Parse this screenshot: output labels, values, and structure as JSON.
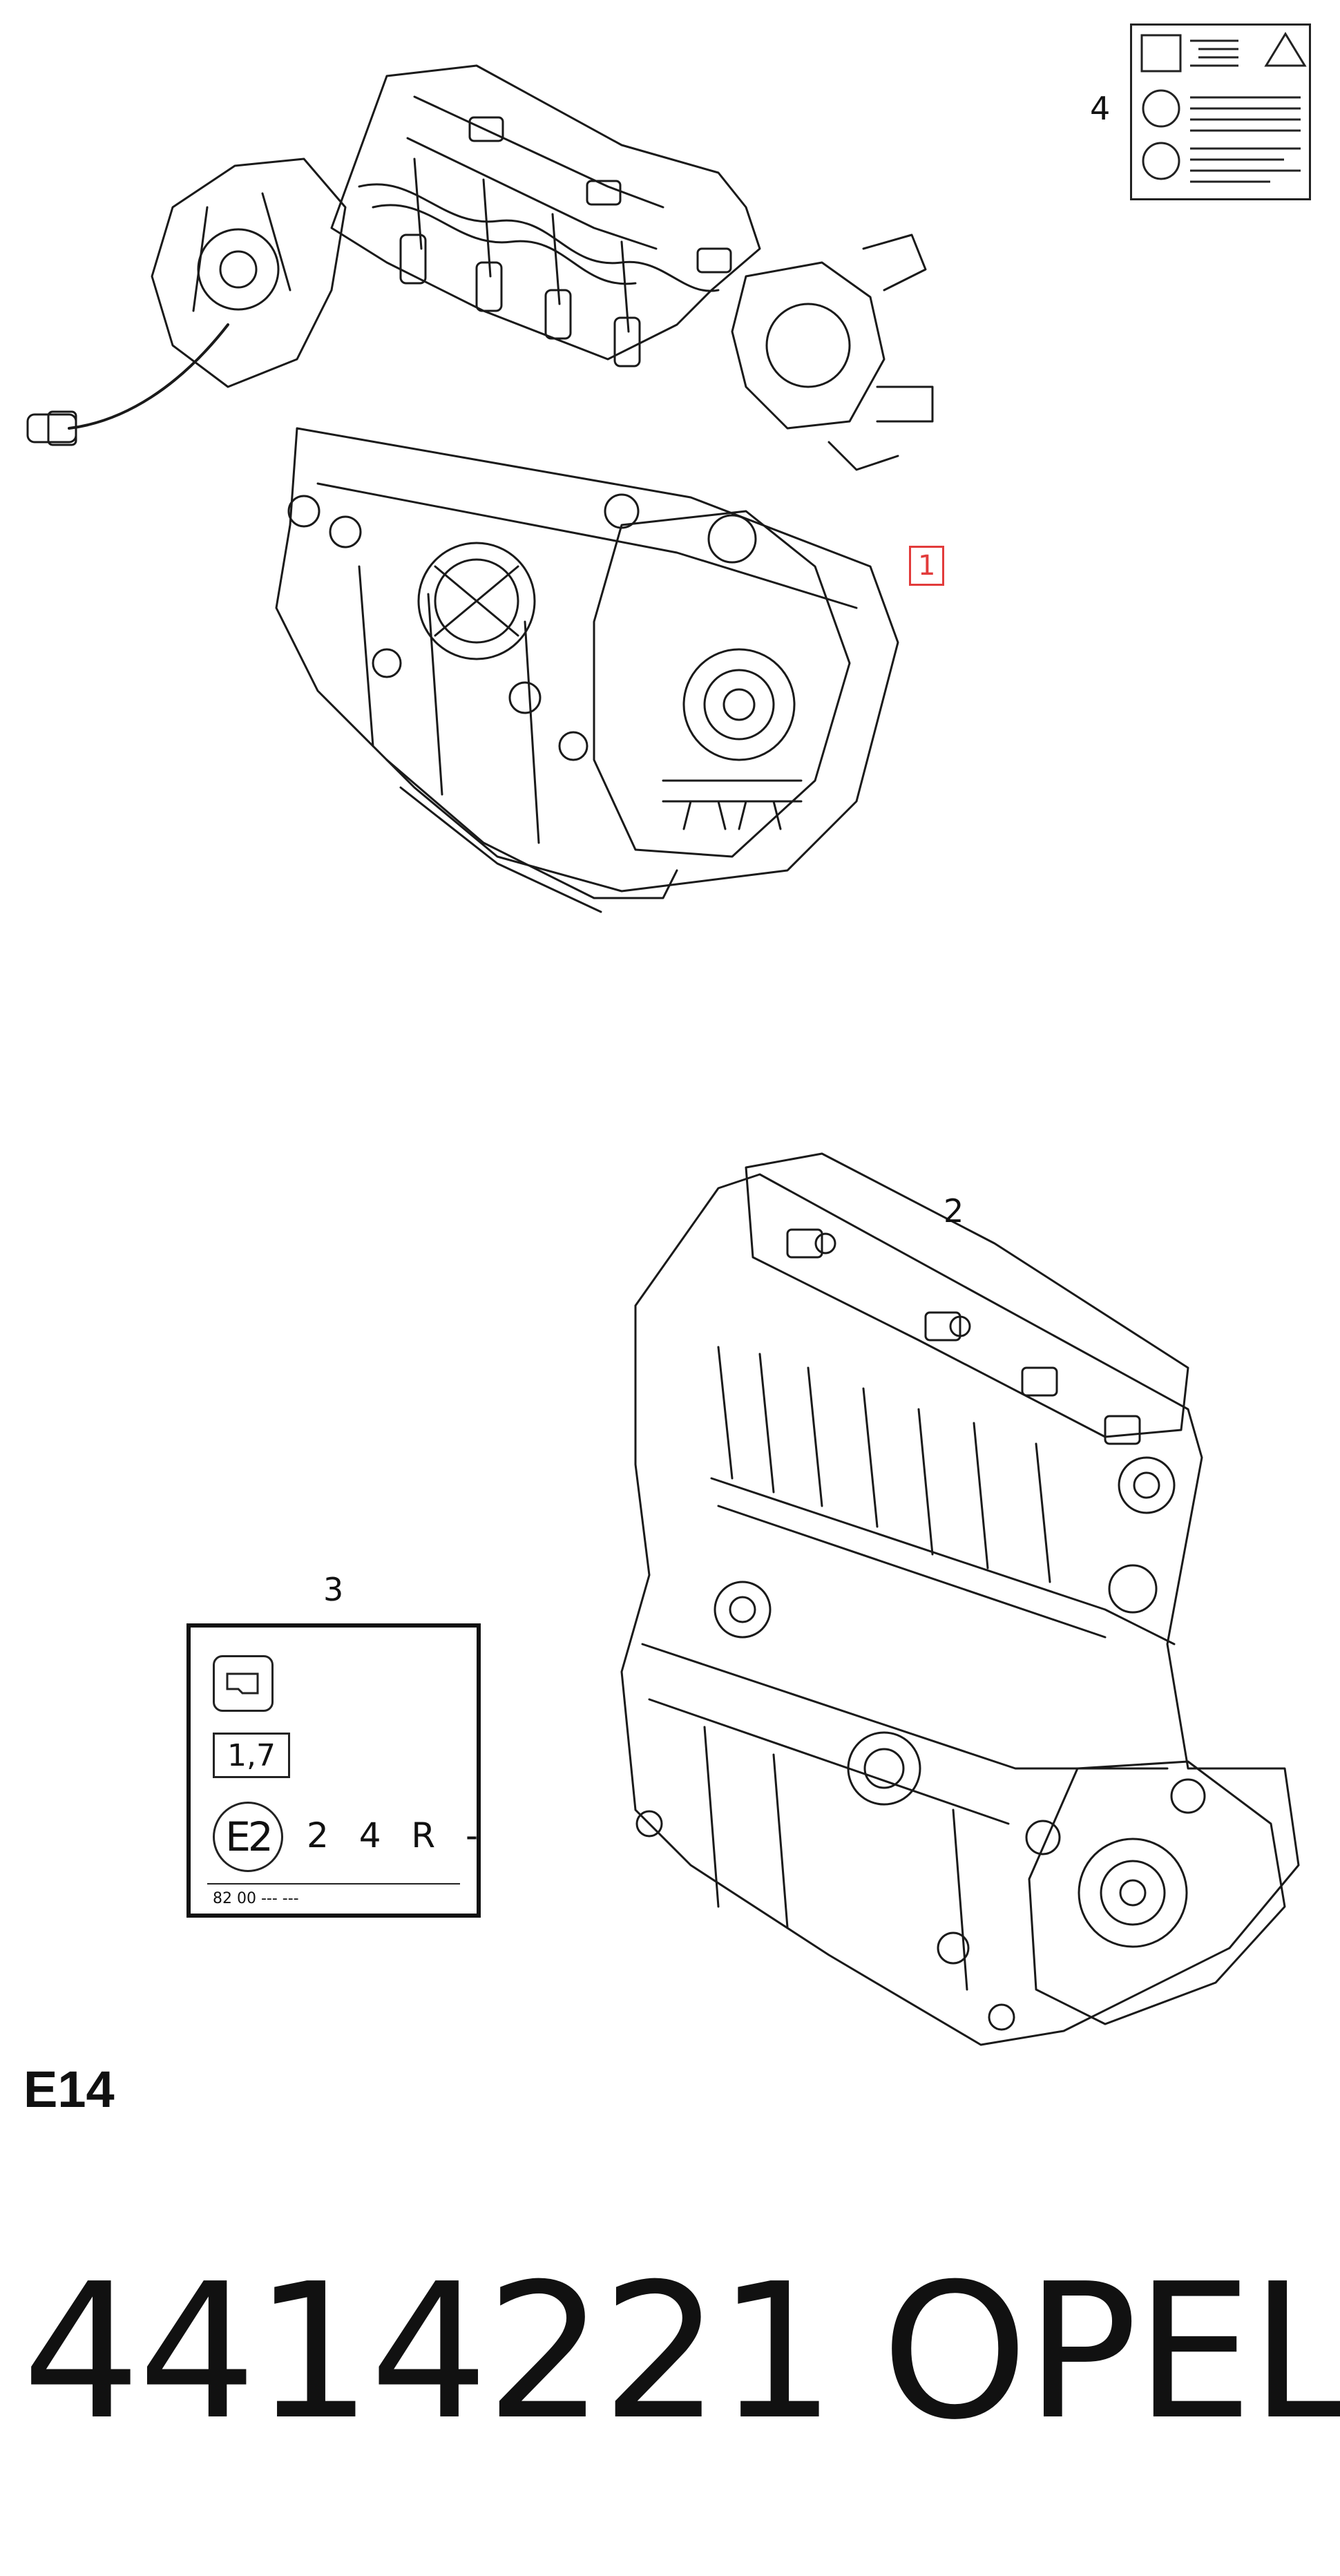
{
  "callouts": {
    "c1": "1",
    "c2": "2",
    "c3": "3",
    "c4": "4"
  },
  "label_card": {
    "displacement": "1,7",
    "emission_class": "E2",
    "engine_code": "2 4 R -",
    "part_number": "82 00 --- ---"
  },
  "footer": {
    "group_code": "E14",
    "part_number": "4414221",
    "brand": "OPEL"
  },
  "colors": {
    "line": "#1a1a1a",
    "callout_highlight": "#e23b3b",
    "background": "#ffffff"
  }
}
